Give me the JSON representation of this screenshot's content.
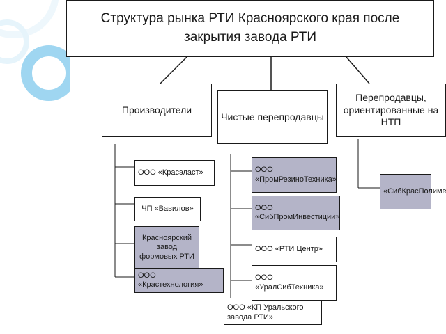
{
  "diagram": {
    "title": "Структура рынка РТИ Красноярского края после закрытия завода РТИ",
    "categories": [
      {
        "label": "Производители",
        "members": [
          "ООО «Красэласт»",
          "ЧП «Вавилов»",
          "Красноярский завод формовых РТИ",
          "ООО «Крастехнология»"
        ]
      },
      {
        "label": "Чистые перепродавцы",
        "members": [
          "ООО «ПромРезиноТехника»",
          "ООО «СибПромИнвестиции»",
          "ООО «РТИ Центр»",
          "ООО «УралСибТехника»",
          "ООО «КП Уральского завода РТИ»"
        ]
      },
      {
        "label": "Перепродавцы, ориентированные на НТП",
        "members": [
          "«СибКрасПолимер»"
        ]
      }
    ]
  },
  "colors": {
    "border": "#1a1a1a",
    "shaded_fill": "#b4b4c8",
    "white_fill": "#ffffff",
    "decor_ring": "#6ec3ea"
  }
}
